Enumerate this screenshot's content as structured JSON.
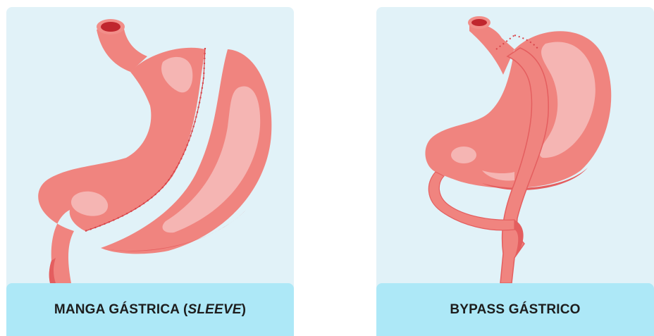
{
  "panels": [
    {
      "caption_main": "MANGA GÁSTRICA (",
      "caption_italic": "SLEEVE",
      "caption_end": ")",
      "illustration": "sleeve-gastrectomy-stomach-icon"
    },
    {
      "caption": "BYPASS GÁSTRICO",
      "illustration": "gastric-bypass-stomach-icon"
    }
  ],
  "colors": {
    "card_background": "#e1f2f8",
    "caption_background": "#ade8f7",
    "stomach_fill": "#f0847f",
    "stomach_shadow": "#e45e5f",
    "stomach_highlight": "#f5b5b3",
    "esophagus_opening": "#c0262e",
    "staple_line": "#d8454a"
  }
}
